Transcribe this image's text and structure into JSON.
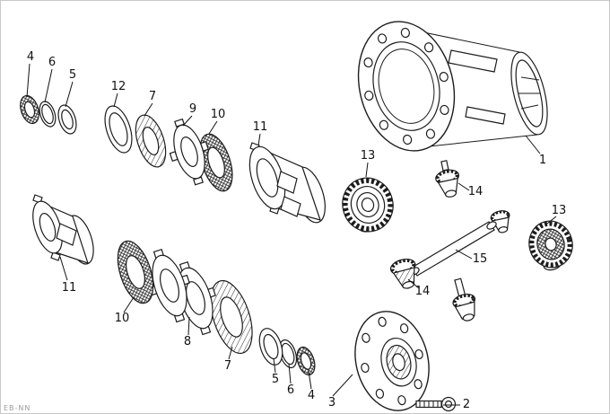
{
  "page": {
    "background": "#ffffff",
    "border_color": "#c8c8c8",
    "line_color": "#1c1c1c",
    "watermark": "EB-NN"
  },
  "diagram": {
    "type": "exploded-parts-diagram",
    "description": "Limited-slip differential exploded view with numbered callouts"
  },
  "callouts": [
    {
      "id": "ring4-upper",
      "label": "4"
    },
    {
      "id": "ring6-upper",
      "label": "6"
    },
    {
      "id": "ring5-upper",
      "label": "5"
    },
    {
      "id": "ring12",
      "label": "12"
    },
    {
      "id": "disc7-upper",
      "label": "7"
    },
    {
      "id": "plate9",
      "label": "9"
    },
    {
      "id": "disc10-upper",
      "label": "10"
    },
    {
      "id": "basket11",
      "label": "11"
    },
    {
      "id": "housing1",
      "label": "1"
    },
    {
      "id": "gear13-left",
      "label": "13"
    },
    {
      "id": "pinion14-upper",
      "label": "14"
    },
    {
      "id": "gear13-right",
      "label": "13"
    },
    {
      "id": "shaft15",
      "label": "15"
    },
    {
      "id": "pinion14-lower",
      "label": "14"
    },
    {
      "id": "cage11-left",
      "label": "11"
    },
    {
      "id": "disc10-lower",
      "label": "10"
    },
    {
      "id": "plate8",
      "label": "8"
    },
    {
      "id": "disc7-lower",
      "label": "7"
    },
    {
      "id": "ring5-lower",
      "label": "5"
    },
    {
      "id": "ring6-lower",
      "label": "6"
    },
    {
      "id": "ring4-lower",
      "label": "4"
    },
    {
      "id": "cover3",
      "label": "3"
    },
    {
      "id": "bolt2",
      "label": "2"
    }
  ]
}
